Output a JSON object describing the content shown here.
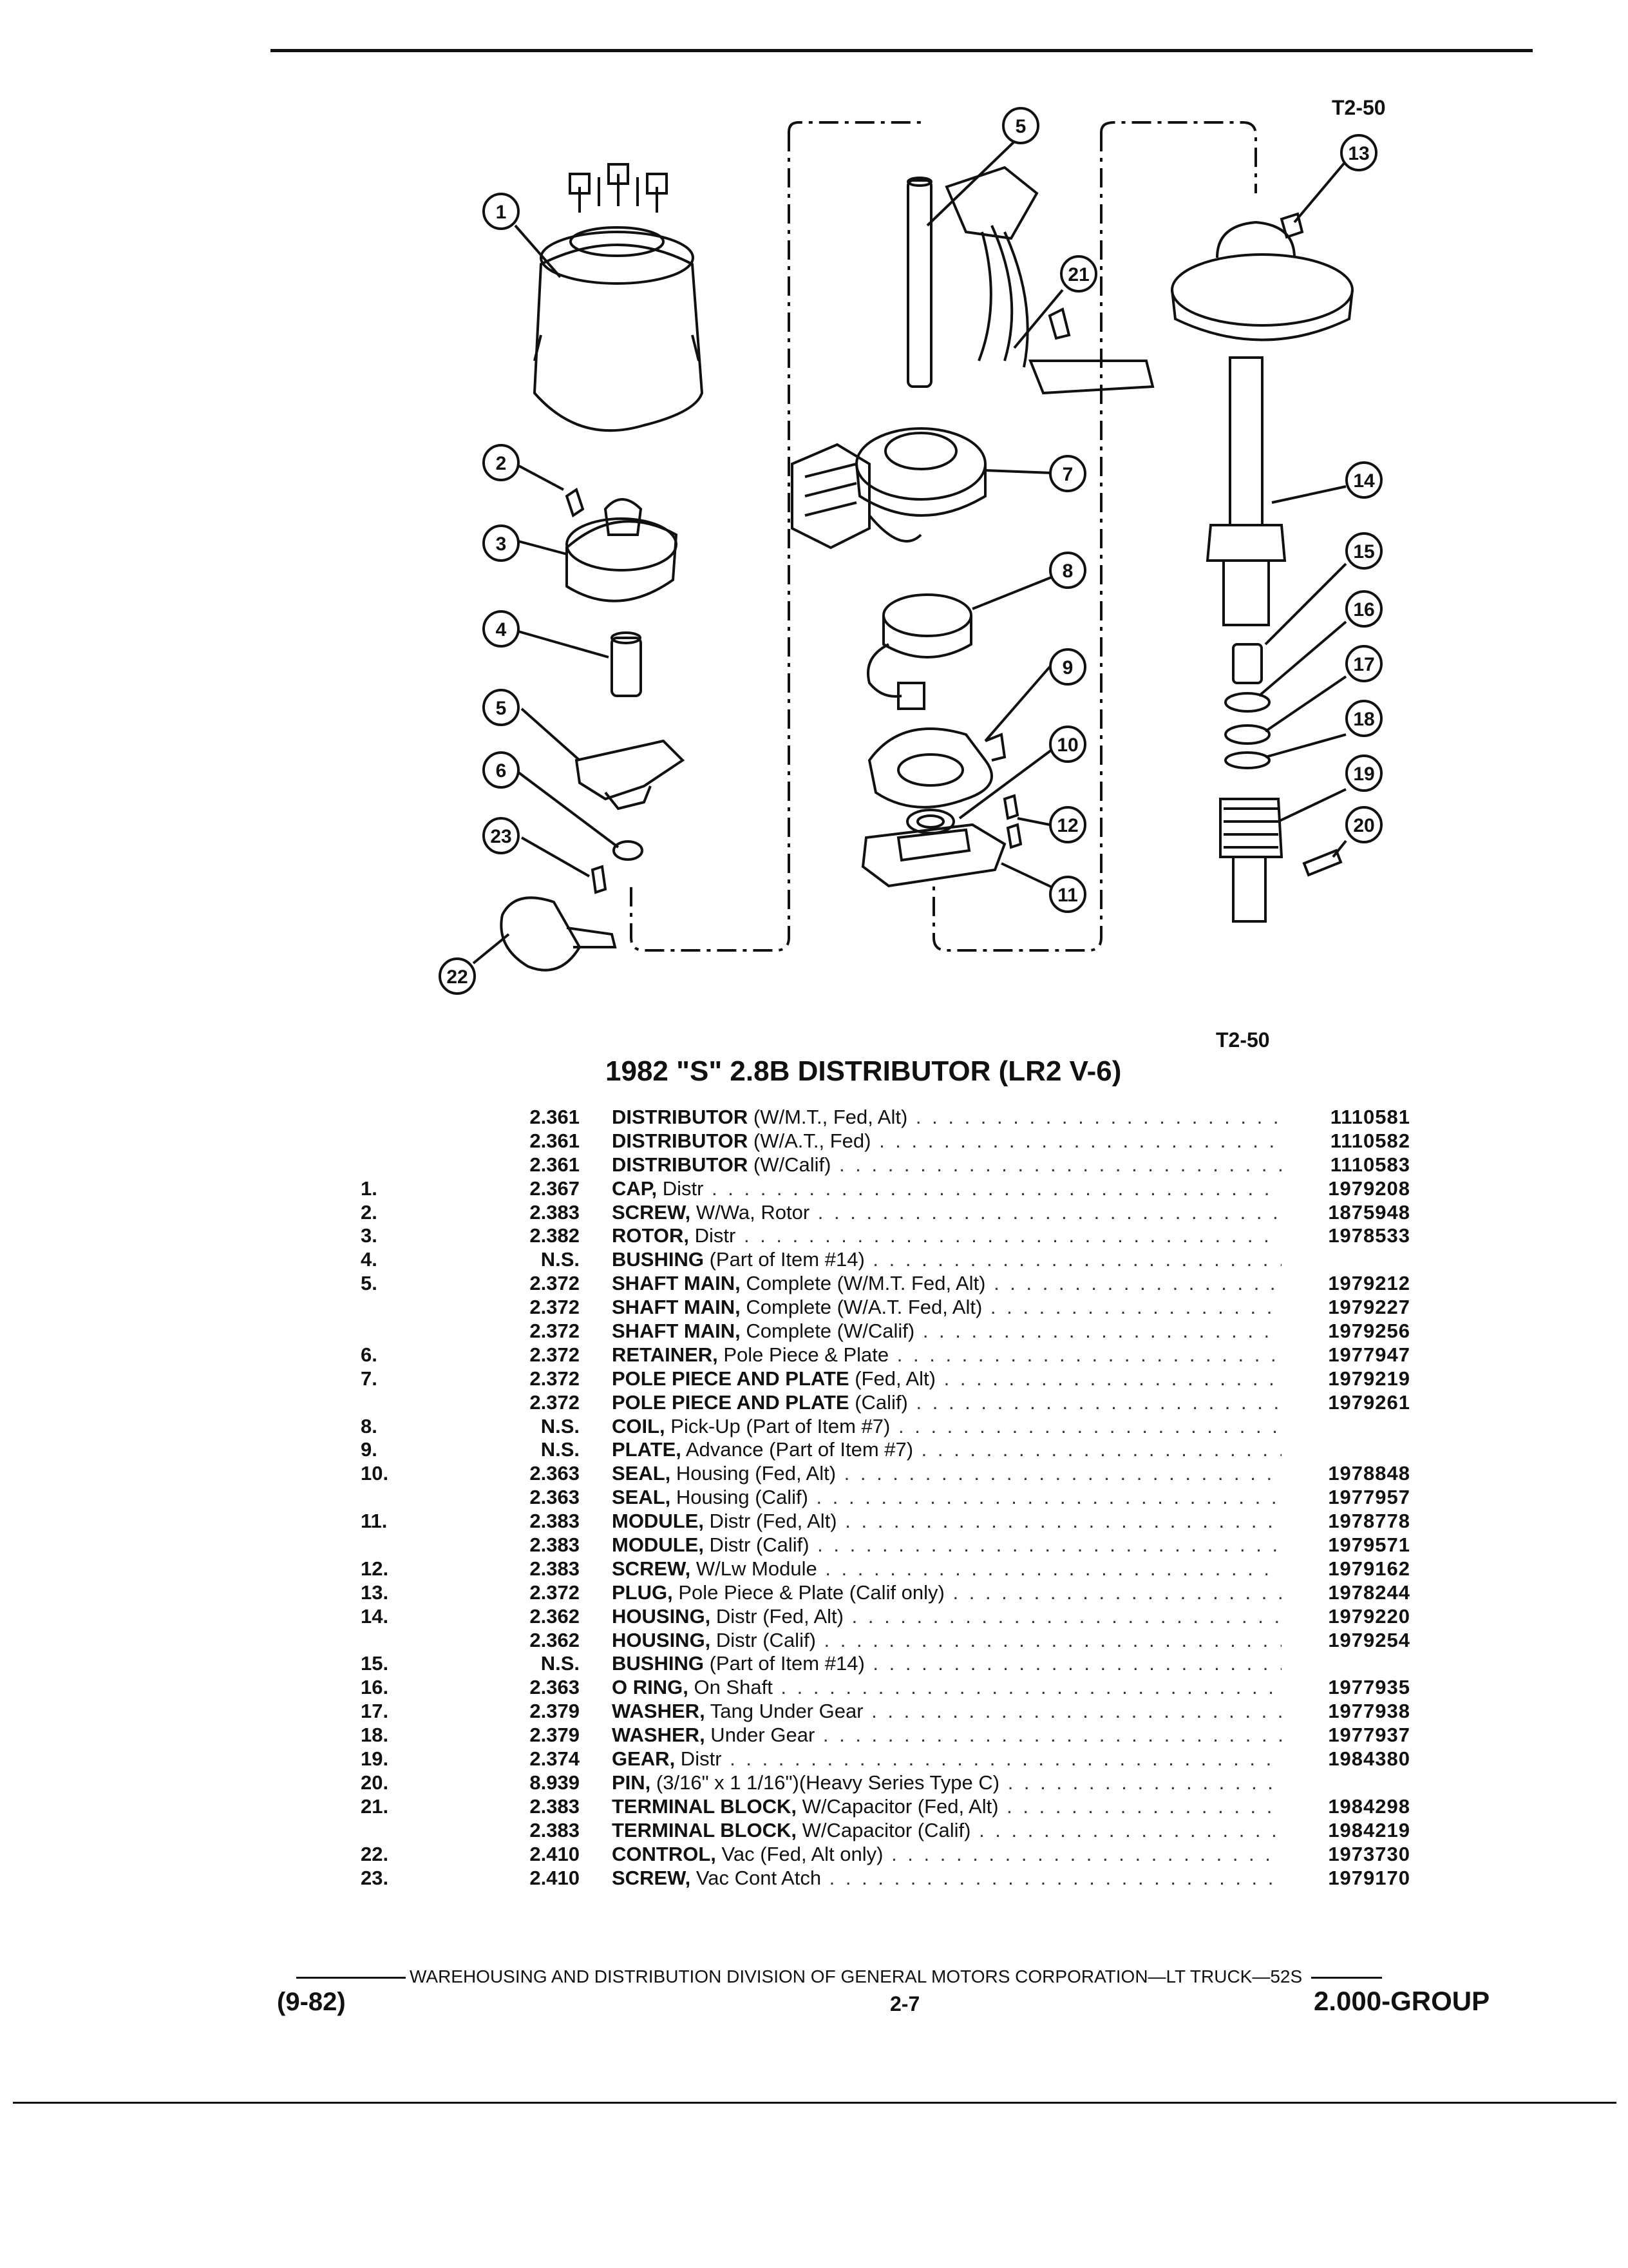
{
  "figure": {
    "ref_top": "T2-50",
    "ref_bottom": "T2-50",
    "callouts": [
      "1",
      "2",
      "3",
      "4",
      "5",
      "6",
      "23",
      "22",
      "5",
      "21",
      "7",
      "8",
      "9",
      "10",
      "12",
      "11",
      "13",
      "14",
      "15",
      "16",
      "17",
      "18",
      "19",
      "20"
    ]
  },
  "title": "1982 \"S\" 2.8B DISTRIBUTOR (LR2 V-6)",
  "parts": [
    {
      "num": "",
      "grp": "2.361",
      "name": "DISTRIBUTOR",
      "detail": " (W/M.T., Fed, Alt)",
      "pn": "1110581"
    },
    {
      "num": "",
      "grp": "2.361",
      "name": "DISTRIBUTOR",
      "detail": " (W/A.T., Fed)",
      "pn": "1110582"
    },
    {
      "num": "",
      "grp": "2.361",
      "name": "DISTRIBUTOR",
      "detail": " (W/Calif)",
      "pn": "1110583"
    },
    {
      "num": "1.",
      "grp": "2.367",
      "name": "CAP,",
      "detail": " Distr",
      "pn": "1979208"
    },
    {
      "num": "2.",
      "grp": "2.383",
      "name": "SCREW,",
      "detail": " W/Wa, Rotor",
      "pn": "1875948"
    },
    {
      "num": "3.",
      "grp": "2.382",
      "name": "ROTOR,",
      "detail": " Distr",
      "pn": "1978533"
    },
    {
      "num": "4.",
      "grp": "N.S.",
      "name": "BUSHING",
      "detail": " (Part of Item #14)",
      "pn": ""
    },
    {
      "num": "5.",
      "grp": "2.372",
      "name": "SHAFT MAIN,",
      "detail": " Complete (W/M.T. Fed, Alt)",
      "pn": "1979212"
    },
    {
      "num": "",
      "grp": "2.372",
      "name": "SHAFT MAIN,",
      "detail": " Complete (W/A.T. Fed, Alt)",
      "pn": "1979227"
    },
    {
      "num": "",
      "grp": "2.372",
      "name": "SHAFT MAIN,",
      "detail": " Complete (W/Calif)",
      "pn": "1979256"
    },
    {
      "num": "6.",
      "grp": "2.372",
      "name": "RETAINER,",
      "detail": " Pole Piece & Plate",
      "pn": "1977947"
    },
    {
      "num": "7.",
      "grp": "2.372",
      "name": "POLE PIECE AND PLATE",
      "detail": " (Fed, Alt)",
      "pn": "1979219"
    },
    {
      "num": "",
      "grp": "2.372",
      "name": "POLE PIECE AND PLATE",
      "detail": " (Calif)",
      "pn": "1979261"
    },
    {
      "num": "8.",
      "grp": "N.S.",
      "name": "COIL,",
      "detail": " Pick-Up (Part of Item #7)",
      "pn": ""
    },
    {
      "num": "9.",
      "grp": "N.S.",
      "name": "PLATE,",
      "detail": " Advance (Part of Item #7)",
      "pn": ""
    },
    {
      "num": "10.",
      "grp": "2.363",
      "name": "SEAL,",
      "detail": " Housing (Fed, Alt)",
      "pn": "1978848"
    },
    {
      "num": "",
      "grp": "2.363",
      "name": "SEAL,",
      "detail": " Housing (Calif)",
      "pn": "1977957"
    },
    {
      "num": "11.",
      "grp": "2.383",
      "name": "MODULE,",
      "detail": " Distr (Fed, Alt)",
      "pn": "1978778"
    },
    {
      "num": "",
      "grp": "2.383",
      "name": "MODULE,",
      "detail": " Distr (Calif)",
      "pn": "1979571"
    },
    {
      "num": "12.",
      "grp": "2.383",
      "name": "SCREW,",
      "detail": " W/Lw Module",
      "pn": "1979162"
    },
    {
      "num": "13.",
      "grp": "2.372",
      "name": "PLUG,",
      "detail": " Pole Piece & Plate (Calif only)",
      "pn": "1978244"
    },
    {
      "num": "14.",
      "grp": "2.362",
      "name": "HOUSING,",
      "detail": " Distr (Fed, Alt)",
      "pn": "1979220"
    },
    {
      "num": "",
      "grp": "2.362",
      "name": "HOUSING,",
      "detail": " Distr (Calif)",
      "pn": "1979254"
    },
    {
      "num": "15.",
      "grp": "N.S.",
      "name": "BUSHING",
      "detail": " (Part of Item #14)",
      "pn": ""
    },
    {
      "num": "16.",
      "grp": "2.363",
      "name": "O RING,",
      "detail": " On Shaft",
      "pn": "1977935"
    },
    {
      "num": "17.",
      "grp": "2.379",
      "name": "WASHER,",
      "detail": " Tang Under Gear",
      "pn": "1977938"
    },
    {
      "num": "18.",
      "grp": "2.379",
      "name": "WASHER,",
      "detail": " Under Gear",
      "pn": "1977937"
    },
    {
      "num": "19.",
      "grp": "2.374",
      "name": "GEAR,",
      "detail": " Distr",
      "pn": "1984380"
    },
    {
      "num": "20.",
      "grp": "8.939",
      "name": "PIN,",
      "detail": " (3/16\" x 1 1/16\")(Heavy Series Type C)",
      "pn": ""
    },
    {
      "num": "21.",
      "grp": "2.383",
      "name": "TERMINAL BLOCK,",
      "detail": " W/Capacitor (Fed, Alt)",
      "pn": "1984298"
    },
    {
      "num": "",
      "grp": "2.383",
      "name": "TERMINAL BLOCK,",
      "detail": " W/Capacitor (Calif)",
      "pn": "1984219"
    },
    {
      "num": "22.",
      "grp": "2.410",
      "name": "CONTROL,",
      "detail": " Vac (Fed, Alt only)",
      "pn": "1973730"
    },
    {
      "num": "23.",
      "grp": "2.410",
      "name": "SCREW,",
      "detail": " Vac Cont Atch",
      "pn": "1979170"
    }
  ],
  "footer": {
    "line": "WAREHOUSING AND DISTRIBUTION DIVISION OF GENERAL MOTORS CORPORATION—LT TRUCK—52S",
    "date": "(9-82)",
    "page": "2-7",
    "group": "2.000-GROUP"
  }
}
